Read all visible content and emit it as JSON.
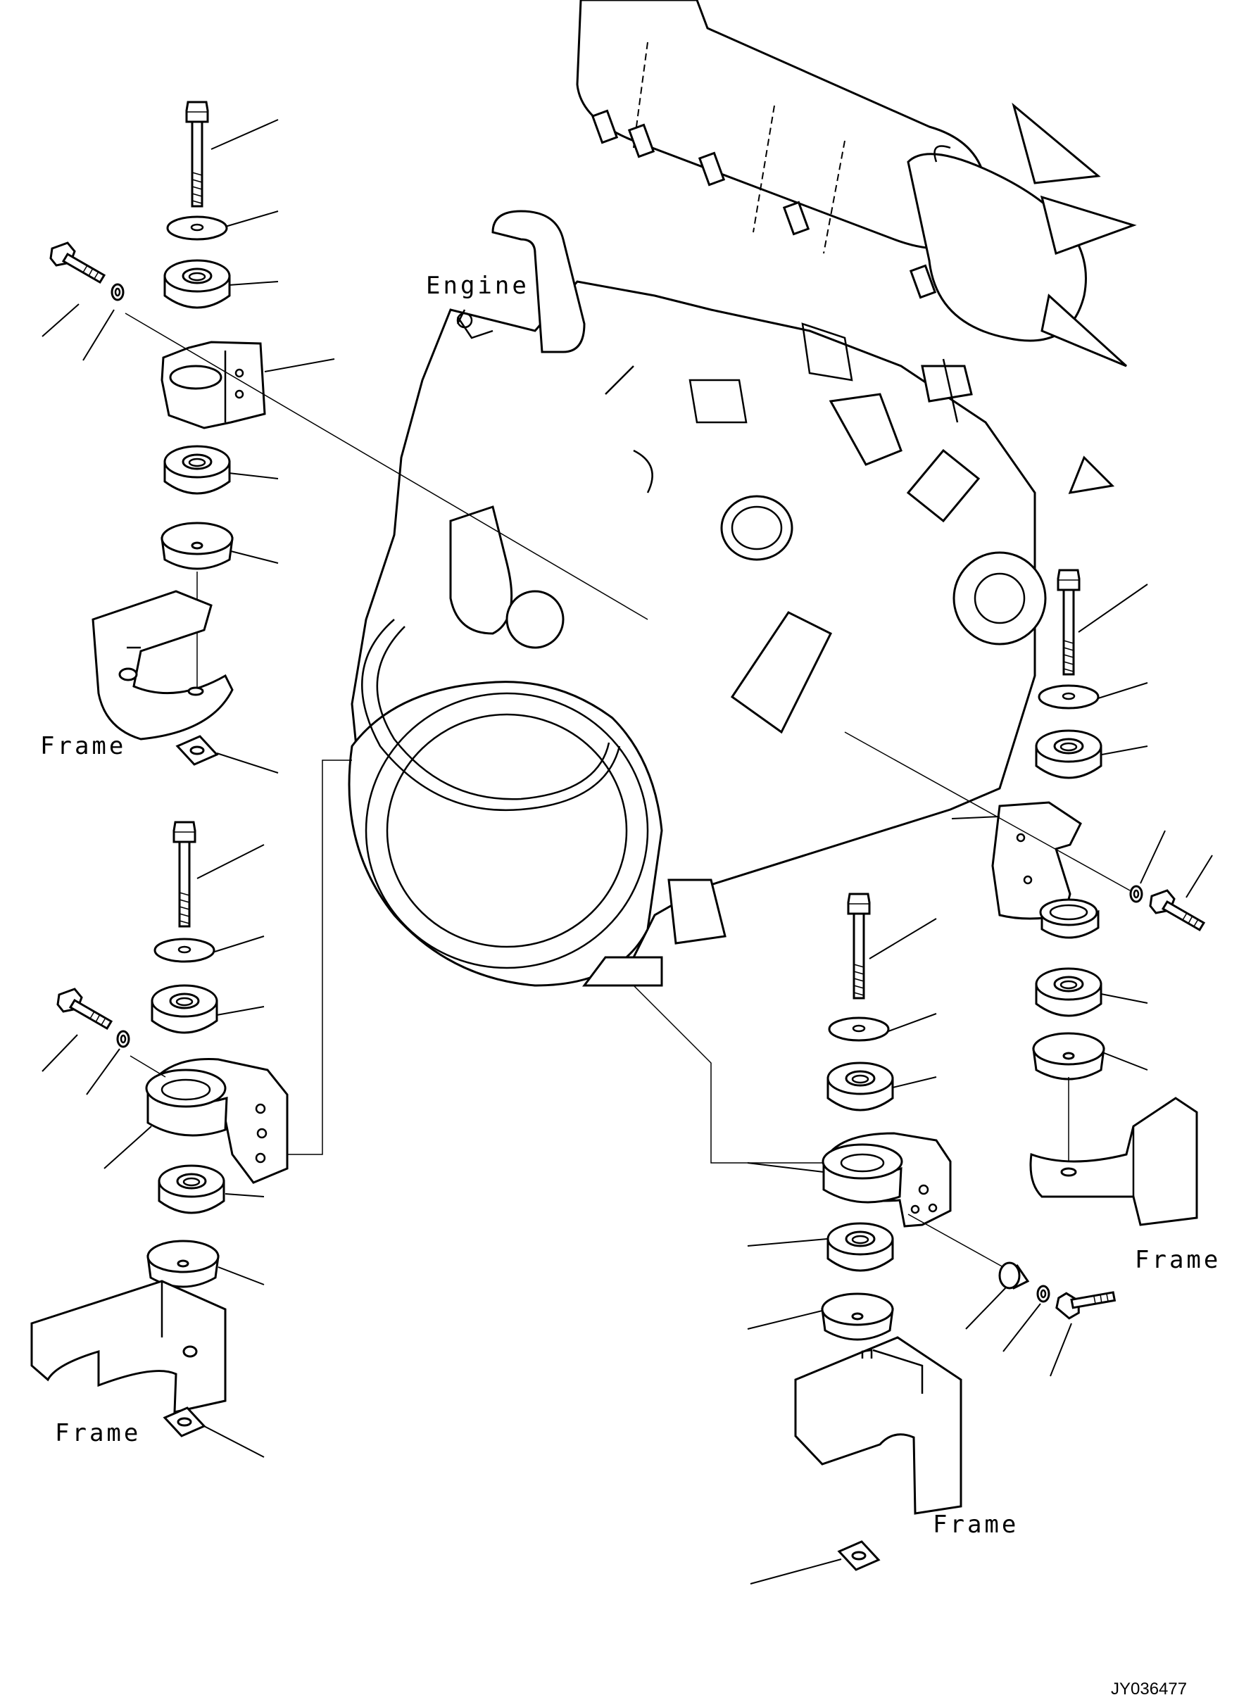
{
  "labels": {
    "engine": "Engine",
    "frame_1": "Frame",
    "frame_2": "Frame",
    "frame_3": "Frame",
    "frame_4": "Frame"
  },
  "drawing_code": "JY036477",
  "colors": {
    "line": "#000000",
    "background": "#ffffff"
  }
}
